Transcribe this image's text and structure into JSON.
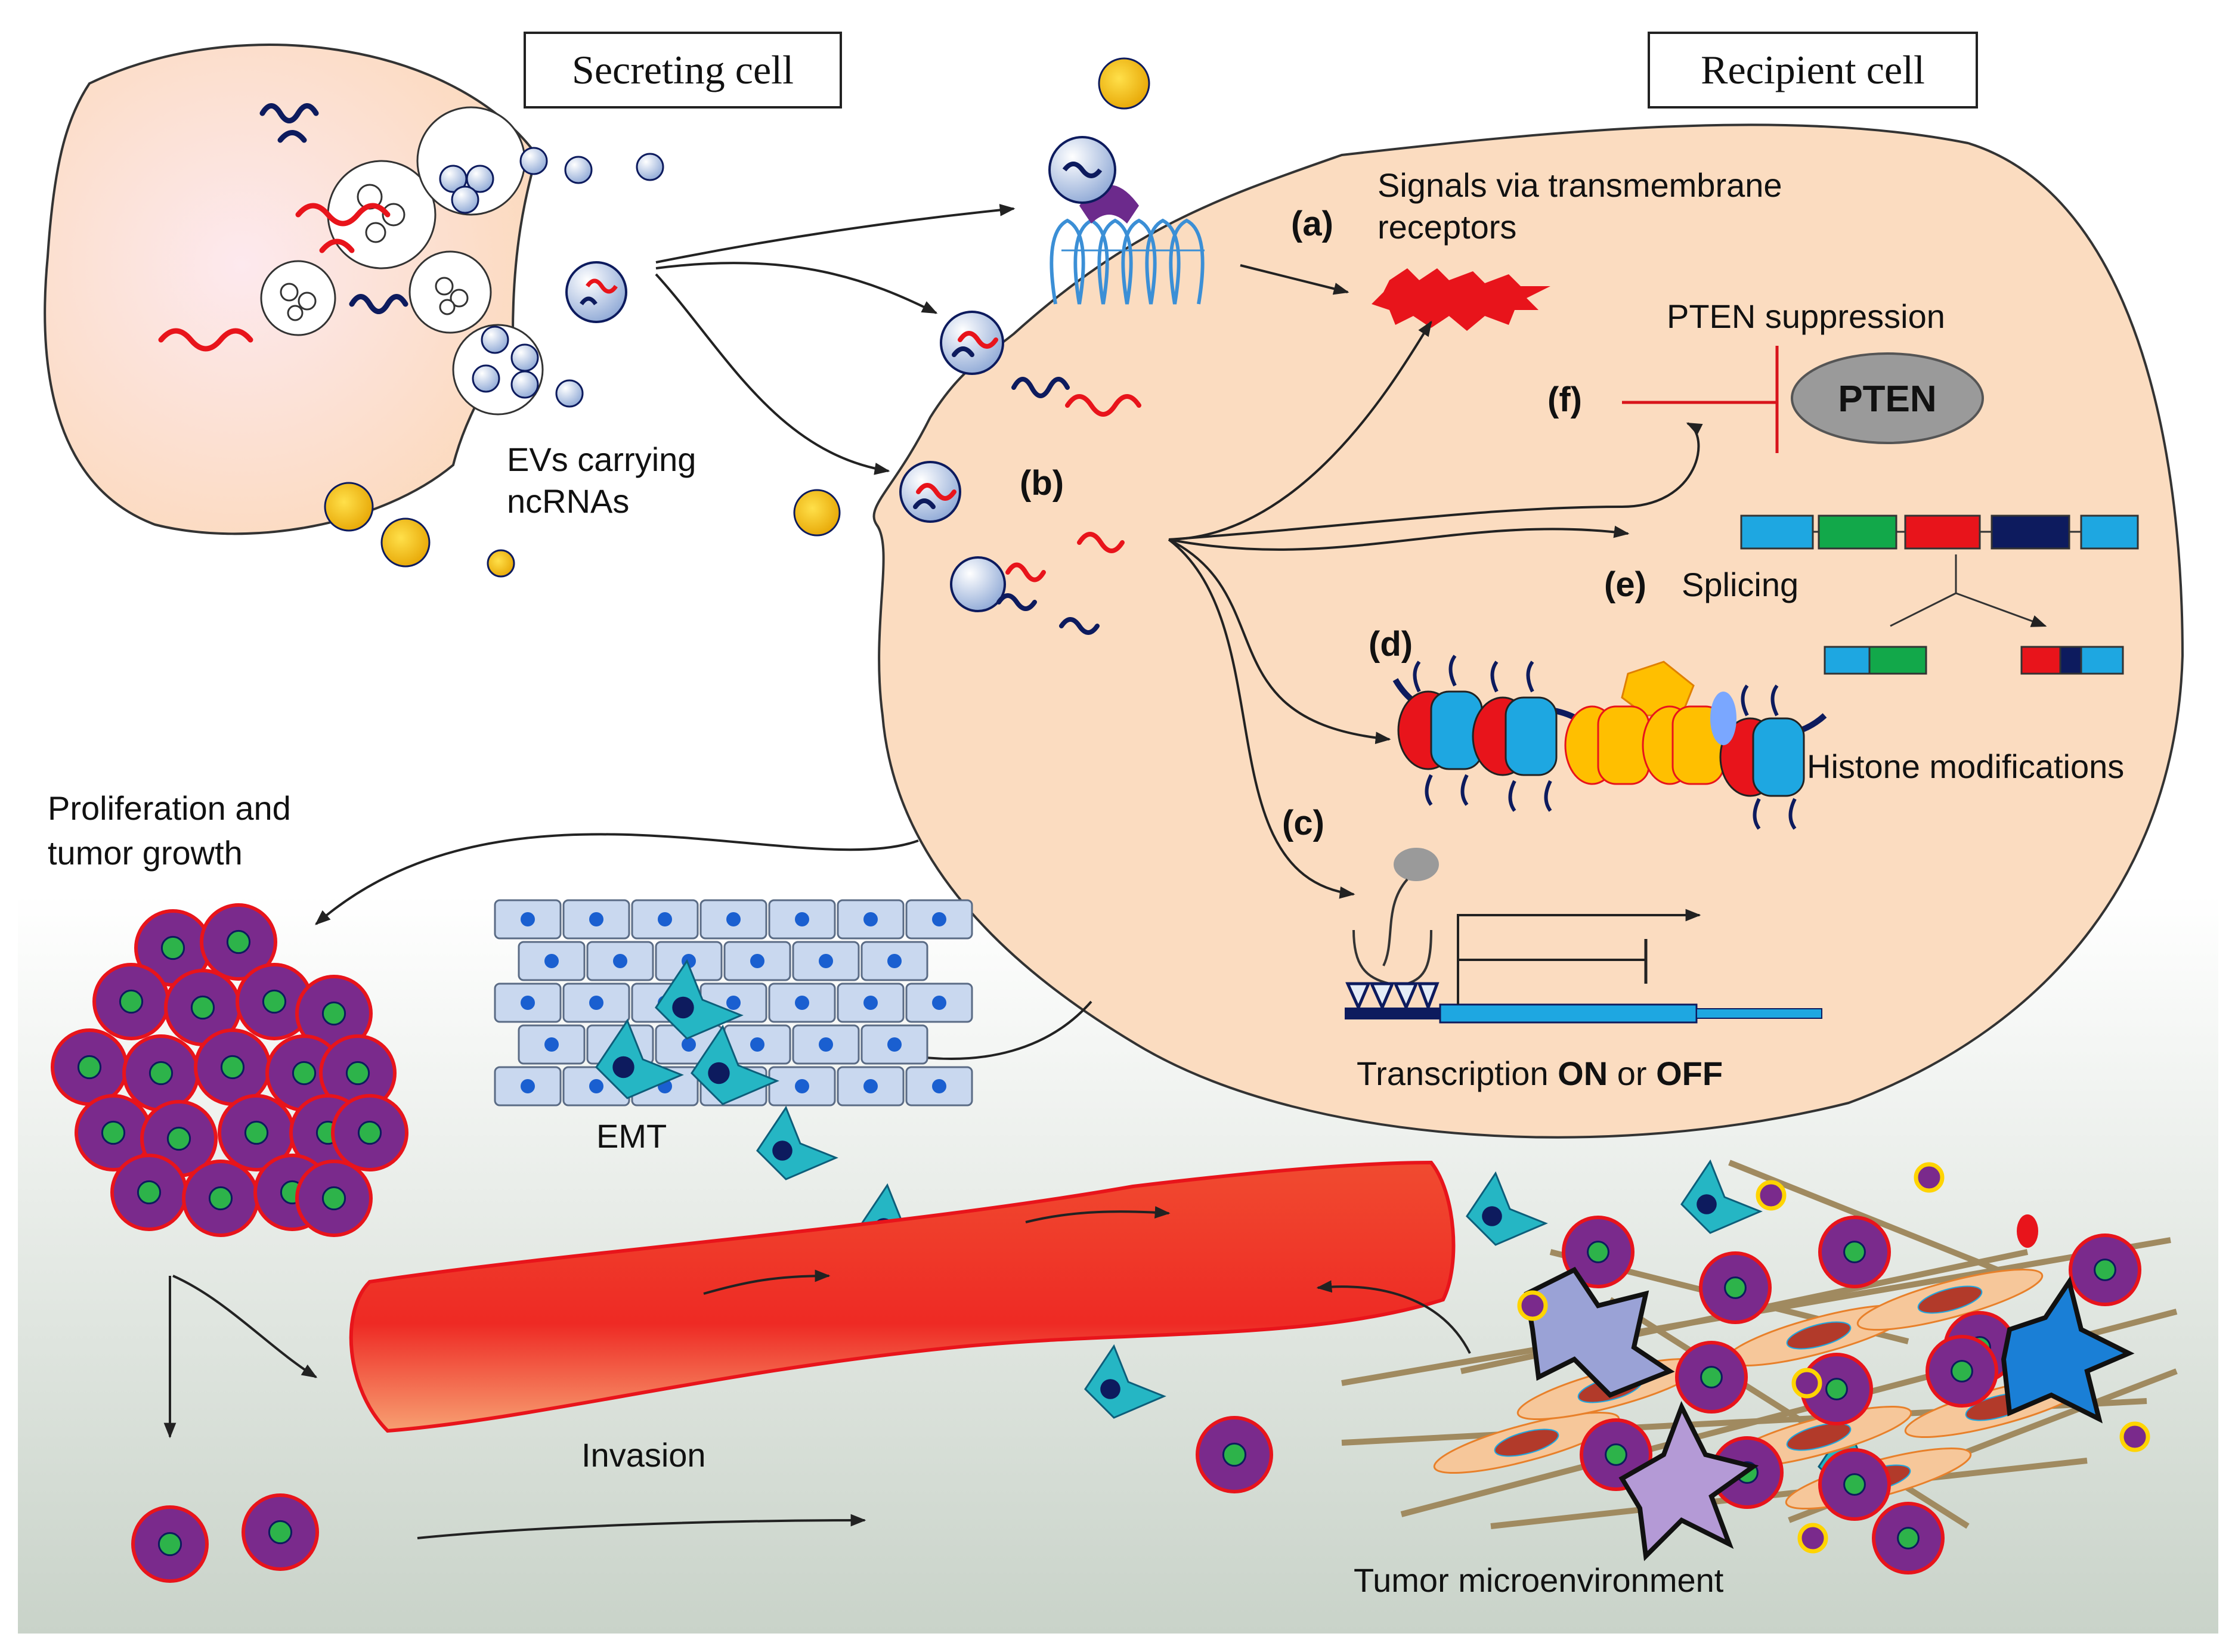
{
  "titles": {
    "secreting": "Secreting  cell",
    "recipient": "Recipient  cell"
  },
  "evs_label": [
    "EVs carrying",
    "ncRNAs"
  ],
  "mechanisms": {
    "a": {
      "tag": "(a)",
      "text": [
        "Signals via transmembrane",
        "receptors"
      ]
    },
    "b": {
      "tag": "(b)"
    },
    "c": {
      "tag": "(c)",
      "text_pre": "Transcription ",
      "on": "ON",
      "or": " or ",
      "off": "OFF"
    },
    "d": {
      "tag": "(d)",
      "text": "Histone modifications"
    },
    "e": {
      "tag": "(e)",
      "text": "Splicing"
    },
    "f": {
      "tag": "(f)",
      "text": "PTEN suppression",
      "protein": "PTEN"
    }
  },
  "outcomes": {
    "proliferation": [
      "Proliferation and",
      "tumor growth"
    ],
    "emt": "EMT",
    "invasion": "Invasion",
    "tme": "Tumor microenvironment"
  },
  "colors": {
    "cell_fill": "#fbdcc0",
    "rna_red": "#e8141b",
    "rna_navy": "#0d1b5e",
    "vessel": "#ee2a24",
    "tumor_cell": "#7a2a8c",
    "nucleus": "#2db34a",
    "pten": "#9a9a9a"
  }
}
